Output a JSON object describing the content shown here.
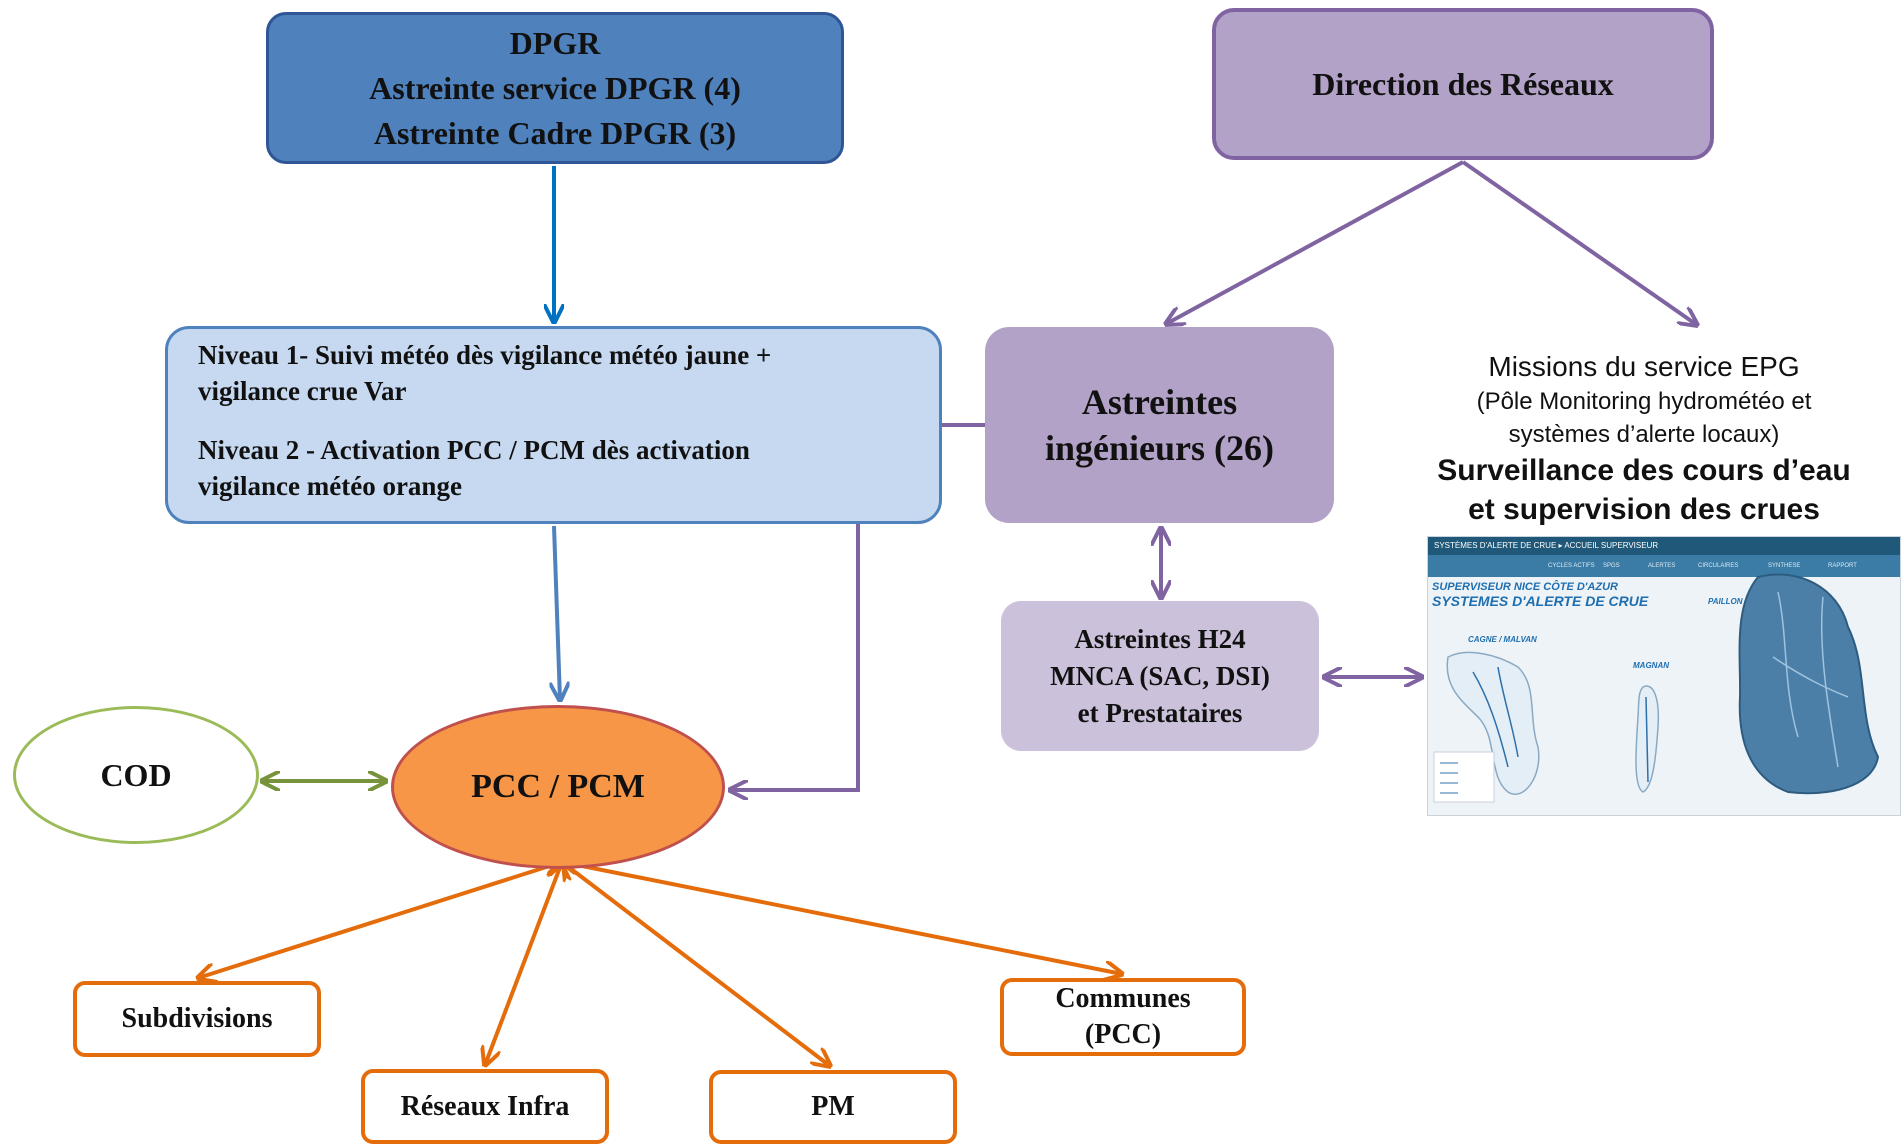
{
  "dpgr": {
    "line1": "DPGR",
    "line2": "Astreinte service DPGR (4)",
    "line3": "Astreinte Cadre DPGR (3)"
  },
  "direction": {
    "label": "Direction des Réseaux"
  },
  "niveau": {
    "level1_line1": "Niveau 1- Suivi météo dès vigilance météo jaune +",
    "level1_line2": "vigilance crue Var",
    "level2_line1": "Niveau 2 - Activation PCC / PCM dès activation",
    "level2_line2": "vigilance météo orange"
  },
  "astreintes_ingenieurs": {
    "line1": "Astreintes",
    "line2": "ingénieurs (26)"
  },
  "astreintes_h24": {
    "line1": "Astreintes H24",
    "line2": "MNCA (SAC, DSI)",
    "line3": "et Prestataires"
  },
  "epg": {
    "title": "Missions du service EPG",
    "sub1": "(Pôle Monitoring hydrométéo et",
    "sub2": "systèmes d’alerte locaux)",
    "bold1": "Surveillance des cours d’eau",
    "bold2": "et supervision des crues"
  },
  "screenshot": {
    "header": "SYSTÈMES D'ALERTE DE CRUE ▸ ACCUEIL SUPERVISEUR",
    "nav": [
      "CYCLES ACTIFS",
      "SPGS",
      "ALERTES",
      "CIRCULAIRES",
      "SYNTHESE",
      "RAPPORT"
    ],
    "title1": "SUPERVISEUR NICE CÔTE D'AZUR",
    "title2": "SYSTEMES D'ALERTE DE CRUE",
    "region_paillon": "PAILLON",
    "region_cagne": "CAGNE / MALVAN",
    "region_magnan": "MAGNAN"
  },
  "cod": {
    "label": "COD"
  },
  "pcc": {
    "label": "PCC / PCM"
  },
  "subdivisions": {
    "label": "Subdivisions"
  },
  "reseaux_infra": {
    "label": "Réseaux Infra"
  },
  "pm": {
    "label": "PM"
  },
  "communes": {
    "line1": "Communes",
    "line2": "(PCC)"
  },
  "colors": {
    "blue_fill": "#4f81bd",
    "purple_fill": "#b3a2c7",
    "light_blue": "#c6d9f1",
    "orange": "#f79646",
    "orange_border": "#e46c0a",
    "green": "#9bbb59",
    "purple_arrow": "#8064a2",
    "blue_arrow": "#0070c0"
  }
}
